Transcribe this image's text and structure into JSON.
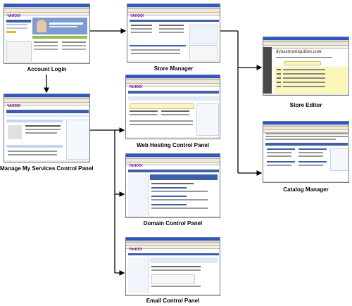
{
  "captions": {
    "account_login": "Account Login",
    "store_manager": "Store Manager",
    "store_editor": "Store Editor",
    "manage_services": "Manage My Services Control Panel",
    "web_hosting": "Web Hosting Control Panel",
    "catalog_manager": "Catalog Manager",
    "domain_panel": "Domain Control Panel",
    "email_panel": "Email Control Panel"
  },
  "store_editor_title": "dynastyantiquities.com",
  "logo_text": "YAHOO!",
  "colors": {
    "arrow": "#000000",
    "yahoo_purple": "#7b0099",
    "title_bar": "#2e56c9",
    "panel_blue": "#3d5fa6",
    "light_blue": "#dfe8f6",
    "editor_dark": "#4a4a4a",
    "editor_yellow": "#fbf7b8"
  }
}
